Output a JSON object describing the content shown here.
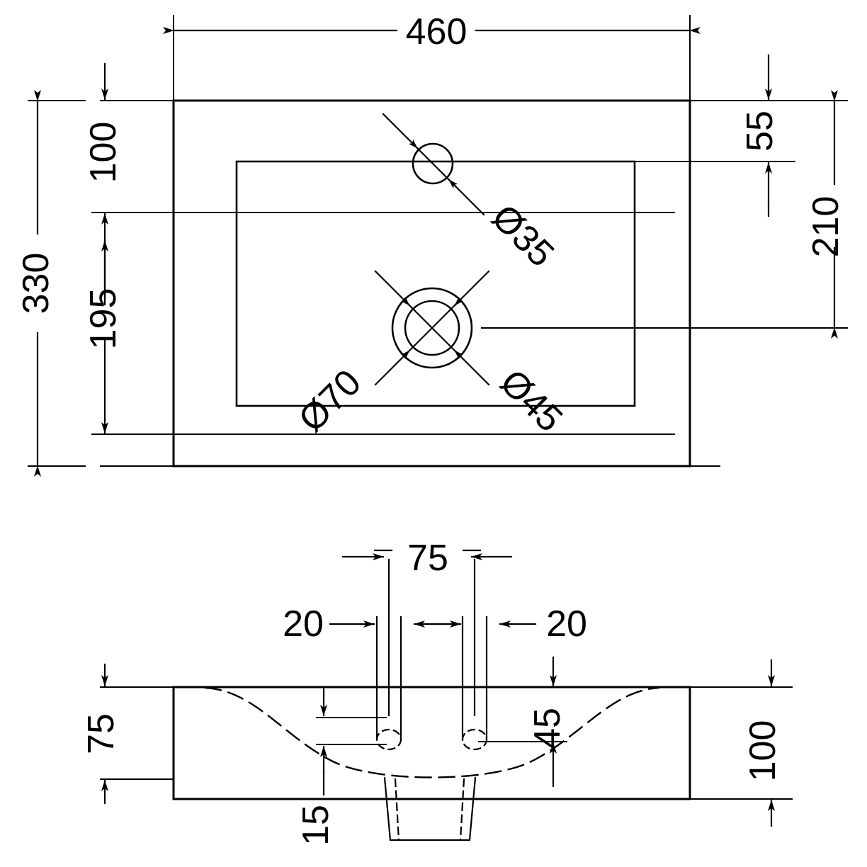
{
  "drawing": {
    "title": "Basin Technical Drawing",
    "units": "mm",
    "line_color": "#000000",
    "background_color": "#ffffff"
  },
  "top_view": {
    "name": "plan-view",
    "dimensions": {
      "overall_width": "460",
      "overall_depth": "330",
      "front_to_taphole": "100",
      "taphole_to_back": "195",
      "right_inset_top": "55",
      "right_basin_depth": "210"
    },
    "holes": {
      "taphole_diameter": "Ø35",
      "waste_outer_diameter": "Ø70",
      "waste_inner_diameter": "Ø45"
    }
  },
  "front_view": {
    "name": "front-elevation",
    "dimensions": {
      "centre_spacing": "75",
      "left_offset": "20",
      "right_offset": "20",
      "left_height": "75",
      "waste_drop": "15",
      "bowl_depth": "45",
      "overall_height": "100"
    }
  }
}
